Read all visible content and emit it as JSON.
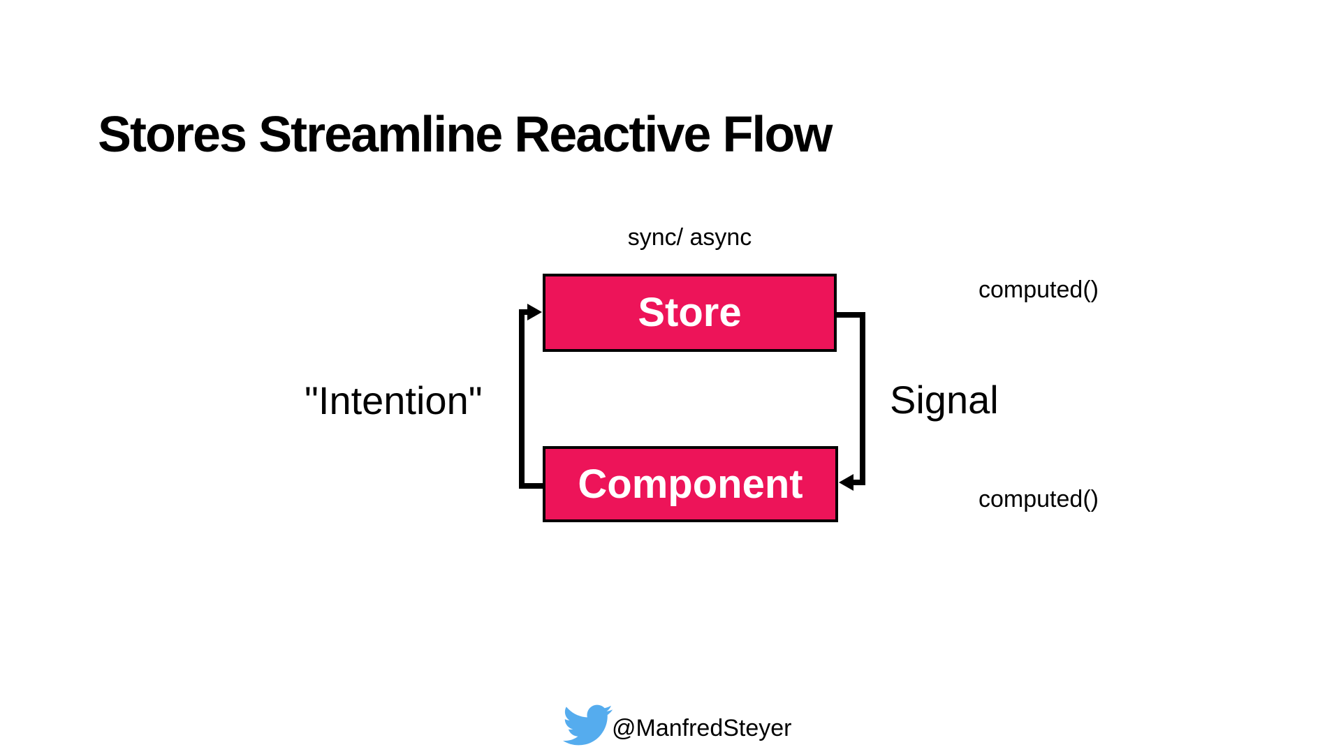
{
  "slide": {
    "title": "Stores Streamline Reactive Flow"
  },
  "diagram": {
    "sync_label": "sync/ async",
    "store": {
      "label": "Store"
    },
    "component": {
      "label": "Component"
    },
    "intention_label": "\"Intention\"",
    "signal_label": "Signal",
    "computed_top_label": "computed()",
    "computed_bottom_label": "computed()"
  },
  "footer": {
    "twitter_handle": "@ManfredSteyer",
    "twitter_icon": "twitter-bird-icon"
  },
  "colors": {
    "box_fill": "#ED1459",
    "box_border": "#000000",
    "box_text": "#FFFFFF",
    "arrow": "#000000",
    "text": "#000000",
    "twitter_blue": "#55ACEE",
    "background": "#FFFFFF"
  }
}
